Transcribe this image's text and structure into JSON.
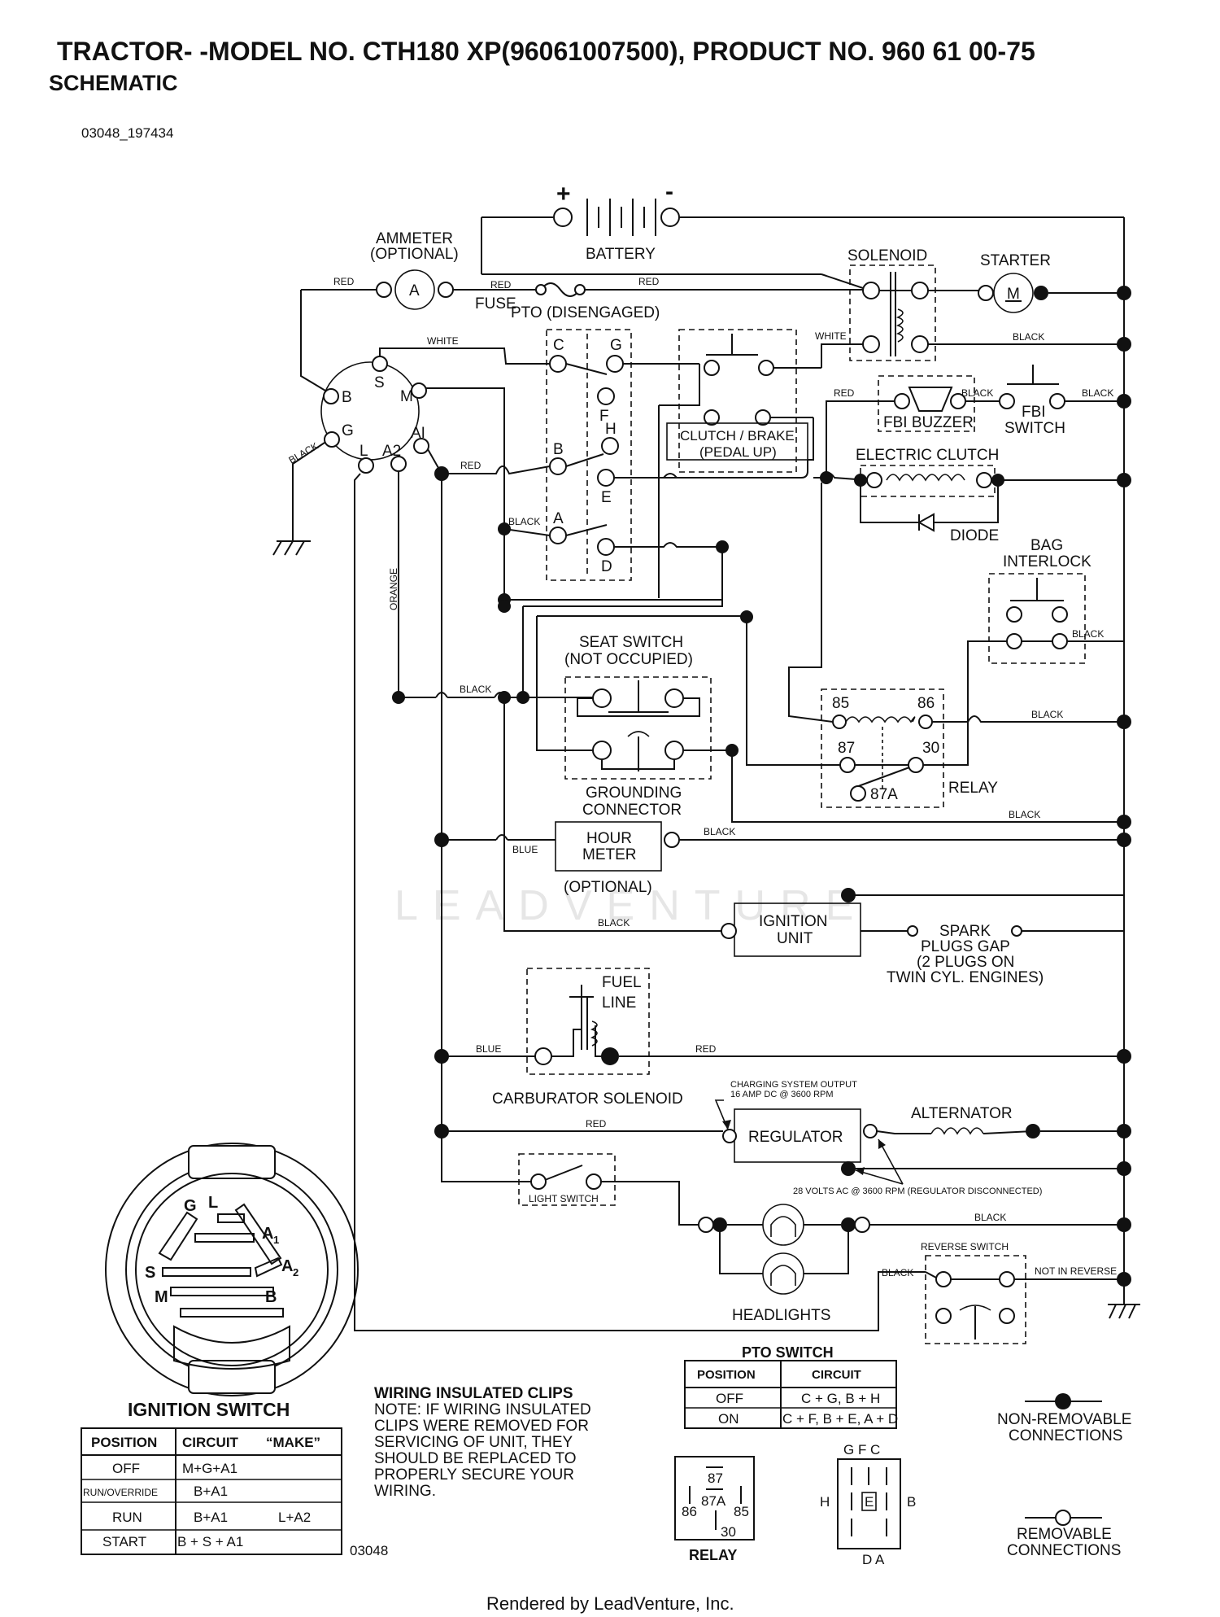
{
  "header": {
    "title": "TRACTOR- -MODEL NO. CTH180 XP(96061007500), PRODUCT NO. 960 61 00-75",
    "subtitle": "SCHEMATIC",
    "doc_code": "03048_197434"
  },
  "components": {
    "battery": "BATTERY",
    "battery_plus": "+",
    "battery_minus": "-",
    "ammeter": "AMMETER",
    "ammeter_optional": "(OPTIONAL)",
    "ammeter_symbol": "A",
    "fuse": "FUSE",
    "pto_disengaged": "PTO (DISENGAGED)",
    "solenoid": "SOLENOID",
    "starter": "STARTER",
    "starter_symbol": "M",
    "clutch_brake": "CLUTCH / BRAKE",
    "pedal_up": "(PEDAL UP)",
    "fbi_buzzer": "FBI BUZZER",
    "fbi_switch_1": "FBI",
    "fbi_switch_2": "SWITCH",
    "electric_clutch": "ELECTRIC CLUTCH",
    "diode": "DIODE",
    "bag_interlock_1": "BAG",
    "bag_interlock_2": "INTERLOCK",
    "seat_switch_1": "SEAT SWITCH",
    "seat_switch_2": "(NOT OCCUPIED)",
    "grounding_1": "GROUNDING",
    "grounding_2": "CONNECTOR",
    "relay": "RELAY",
    "relay_85": "85",
    "relay_86": "86",
    "relay_87": "87",
    "relay_87a": "87A",
    "relay_30": "30",
    "hour_meter_1": "HOUR",
    "hour_meter_2": "METER",
    "hour_meter_optional": "(OPTIONAL)",
    "ignition_unit_1": "IGNITION",
    "ignition_unit_2": "UNIT",
    "spark_1": "SPARK",
    "spark_2": "PLUGS GAP",
    "spark_3": "(2 PLUGS ON",
    "spark_4": "TWIN CYL. ENGINES)",
    "fuel_1": "FUEL",
    "fuel_2": "LINE",
    "carb_solenoid": "CARBURATOR SOLENOID",
    "charging_1": "CHARGING SYSTEM OUTPUT",
    "charging_2": "16 AMP DC @ 3600 RPM",
    "regulator": "REGULATOR",
    "alternator": "ALTERNATOR",
    "volts_note": "28 VOLTS AC @ 3600 RPM (REGULATOR DISCONNECTED)",
    "light_switch": "LIGHT SWITCH",
    "headlights": "HEADLIGHTS",
    "reverse_switch": "REVERSE SWITCH",
    "not_in_reverse": "NOT IN REVERSE"
  },
  "terminals": {
    "ign_B": "B",
    "ign_S": "S",
    "ign_M": "M",
    "ign_G": "G",
    "ign_L": "L",
    "ign_A2": "A2",
    "ign_AI": "AI",
    "pto_C": "C",
    "pto_G": "G",
    "pto_F": "F",
    "pto_H": "H",
    "pto_B": "B",
    "pto_E": "E",
    "pto_A": "A",
    "pto_D": "D"
  },
  "wires": {
    "red": "RED",
    "white": "WHITE",
    "black": "BLACK",
    "blue": "BLUE",
    "orange": "ORANGE"
  },
  "ignition_switch": {
    "title": "IGNITION SWITCH",
    "face_labels": {
      "G": "G",
      "L": "L",
      "A1": "A",
      "A1_sub": "1",
      "S": "S",
      "A2": "A",
      "A2_sub": "2",
      "M": "M",
      "B": "B"
    },
    "headers": [
      "POSITION",
      "CIRCUIT",
      "“MAKE”"
    ],
    "rows": [
      {
        "position": "OFF",
        "circuit": "M+G+A1",
        "make": ""
      },
      {
        "position": "RUN/OVERRIDE",
        "circuit": "B+A1",
        "make": ""
      },
      {
        "position": "RUN",
        "circuit": "B+A1",
        "make": "L+A2"
      },
      {
        "position": "START",
        "circuit": "B + S + A1",
        "make": ""
      }
    ],
    "code": "03048"
  },
  "clips_note": {
    "title": "WIRING INSULATED CLIPS",
    "lines": [
      "NOTE: IF WIRING INSULATED",
      "CLIPS WERE REMOVED FOR",
      "SERVICING OF UNIT, THEY",
      "SHOULD BE REPLACED TO",
      "PROPERLY SECURE YOUR",
      " WIRING."
    ]
  },
  "pto_switch_table": {
    "title": "PTO SWITCH",
    "headers": [
      "POSITION",
      "CIRCUIT"
    ],
    "rows": [
      {
        "position": "OFF",
        "circuit": "C + G, B + H"
      },
      {
        "position": "ON",
        "circuit": "C + F, B + E, A + D"
      }
    ]
  },
  "relay_pinout": {
    "title": "RELAY",
    "pins": [
      "87",
      "86",
      "87A",
      "85",
      "30"
    ]
  },
  "pto_pinout": {
    "top": "G F C",
    "left": "H",
    "center": "E",
    "right": "B",
    "bottom": "D A"
  },
  "legend": {
    "non_removable_1": "NON-REMOVABLE",
    "non_removable_2": "CONNECTIONS",
    "removable_1": "REMOVABLE",
    "removable_2": "CONNECTIONS"
  },
  "watermark": "LEADVENTURE",
  "footer": "Rendered by LeadVenture, Inc."
}
